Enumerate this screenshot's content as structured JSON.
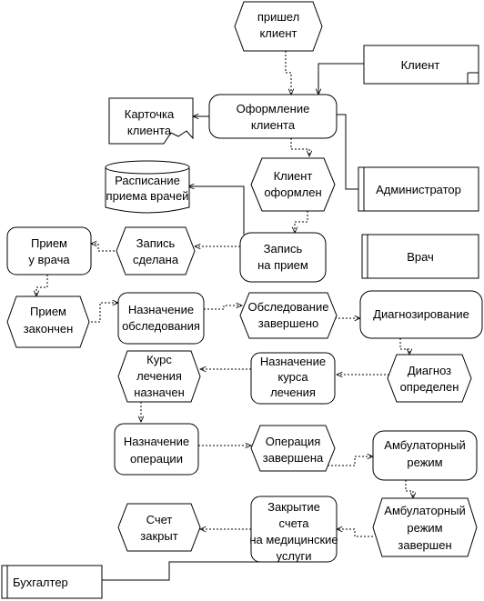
{
  "nodes": {
    "start": [
      "пришел",
      "клиент"
    ],
    "client": [
      "Клиент"
    ],
    "card": [
      "Карточка",
      "клиента"
    ],
    "registration": [
      "Оформление",
      "клиента"
    ],
    "schedule": [
      "Расписание",
      "приема врачей"
    ],
    "registered": [
      "Клиент",
      "оформлен"
    ],
    "admin": [
      "Администратор"
    ],
    "appointment": [
      "Запись",
      "на прием"
    ],
    "appointment_made": [
      "Запись",
      "сделана"
    ],
    "visit": [
      "Прием",
      "у врача"
    ],
    "doctor": [
      "Врач"
    ],
    "visit_done": [
      "Прием",
      "закончен"
    ],
    "exam_assign": [
      "Назначение",
      "обследования"
    ],
    "exam_done": [
      "Обследование",
      "завершено"
    ],
    "diagnostics": [
      "Диагнозирование"
    ],
    "diagnosis": [
      "Диагноз",
      "определен"
    ],
    "course_assign": [
      "Назначение",
      "курса",
      "лечения"
    ],
    "course_assigned": [
      "Курс",
      "лечения",
      "назначен"
    ],
    "surgery_assign": [
      "Назначение",
      "операции"
    ],
    "surgery_done": [
      "Операция",
      "завершена"
    ],
    "ambulatory": [
      "Амбулаторный",
      "режим"
    ],
    "ambulatory_done": [
      "Амбулаторный",
      "режим",
      "завершен"
    ],
    "bill_close": [
      "Закрытие",
      "счета",
      "на медицинские",
      "услуги"
    ],
    "bill_closed": [
      "Счет",
      "закрыт"
    ],
    "accountant": [
      "Бухгалтер"
    ]
  }
}
